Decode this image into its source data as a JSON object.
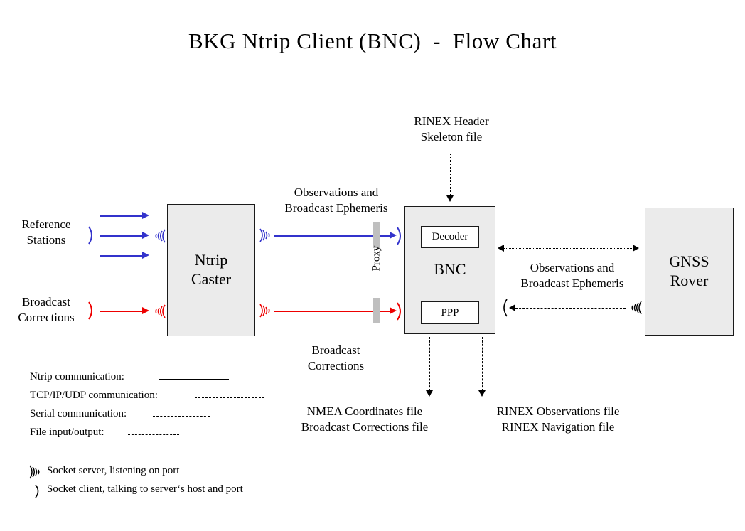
{
  "title": "BKG Ntrip Client (BNC)  -  Flow Chart",
  "colors": {
    "ntrip_blue": "#3333CC",
    "broadcast_red": "#EE0000",
    "box_fill": "#EBEBEB",
    "box_border": "#1A1A1A",
    "proxy_bar": "#BFBFBF",
    "background": "#FFFFFF"
  },
  "nodes": {
    "caster": {
      "label": "Ntrip\nCaster"
    },
    "bnc": {
      "label": "BNC",
      "decoder": "Decoder",
      "ppp": "PPP"
    },
    "rover": {
      "label": "GNSS\nRover"
    }
  },
  "labels": {
    "reference_stations": "Reference\nStations",
    "broadcast_corrections_in": "Broadcast\nCorrections",
    "observations_ephemeris_left": "Observations and\nBroadcast Ephemeris",
    "broadcast_corrections_below": "Broadcast\nCorrections",
    "rinex_header_skeleton": "RINEX Header\nSkeleton file",
    "observations_ephemeris_right": "Observations and\nBroadcast Ephemeris",
    "nmea_outputs": "NMEA Coordinates file\nBroadcast Corrections file",
    "rinex_outputs": "RINEX Observations file\nRINEX Navigation file",
    "proxy": "Proxy"
  },
  "legend": {
    "lines": [
      {
        "label": "Ntrip communication:",
        "style": "solid"
      },
      {
        "label": "TCP/IP/UDP communication:",
        "style": "long-dash"
      },
      {
        "label": "Serial communication:",
        "style": "medium-dash"
      },
      {
        "label": "File input/output:",
        "style": "fine-dot"
      }
    ],
    "sockets": [
      {
        "icon": "socket-server-antenna-icon",
        "label": "Socket server, listening on port"
      },
      {
        "icon": "socket-client-paren-icon",
        "label": "Socket client, talking to server‘s host and port"
      }
    ]
  }
}
